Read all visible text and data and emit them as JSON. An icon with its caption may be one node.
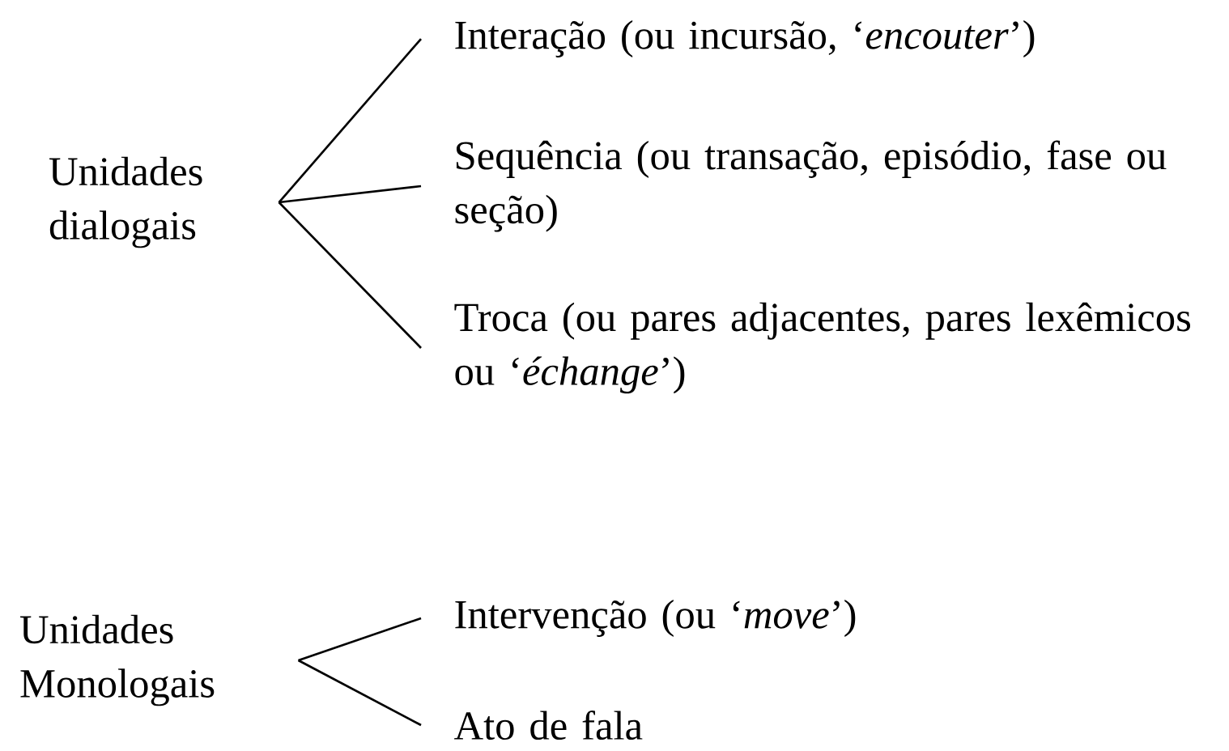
{
  "diagram": {
    "nodes": [
      {
        "text": [
          "Unidades dialogais"
        ]
      },
      {
        "text": [
          "Interação (ou incursão, ‘*encouter*’)"
        ]
      },
      {
        "text": [
          "Sequência (ou transação, episódio, fase ou seção)"
        ]
      },
      {
        "text": [
          "Troca (ou pares adjacentes, pares lexêmicos ou ‘*échange*’)"
        ]
      },
      {
        "text": [
          "Unidades Monologais"
        ]
      },
      {
        "text": [
          "Intervenção (ou ‘*move*’)"
        ]
      },
      {
        "text": [
          "Ato de fala"
        ]
      }
    ],
    "edges": [
      {
        "from": 0,
        "to": 1,
        "arrow": "none"
      },
      {
        "from": 0,
        "to": 2,
        "arrow": "none"
      },
      {
        "from": 0,
        "to": 3,
        "arrow": "none"
      },
      {
        "from": 4,
        "to": 5,
        "arrow": "none"
      },
      {
        "from": 4,
        "to": 6,
        "arrow": "none"
      }
    ]
  }
}
